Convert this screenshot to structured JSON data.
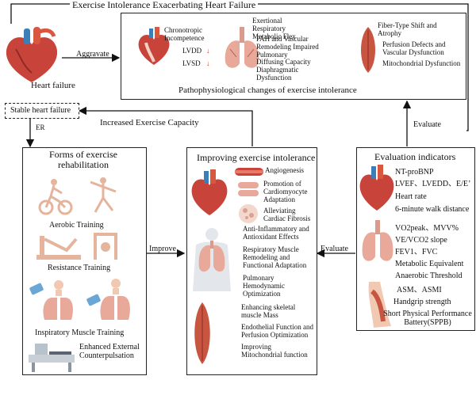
{
  "top": {
    "title": "Exercise Intolerance Exacerbating Heart Failure",
    "heart_failure": "Heart failure",
    "aggravate": "Aggravate",
    "stable": "Stable heart failure",
    "er": "ER",
    "increased": "Increased Exercise Capacity"
  },
  "patho": {
    "chronotropic": "Chronotropic Incompetence",
    "lvdd": "LVDD",
    "lvsd": "LVSD",
    "lung_items": [
      "Exertional Respiratory Metabolic Flex",
      "PAH and Vascular Remodeling Impaired Pulmonary",
      "Diffusing Capacity",
      "Diaphragmatic Dysfunction"
    ],
    "muscle_items": [
      "Fiber-Type Shift and Atrophy",
      "Perfusion Defects and Vascular Dysfunction",
      "Mitochondrial Dysfunction"
    ],
    "caption": "Pathophysiological changes of exercise intolerance",
    "evaluate": "Evaluate"
  },
  "forms": {
    "title": "Forms of exercise rehabilitation",
    "aerobic": "Aerobic Training",
    "resistance": "Resistance Training",
    "inspiratory": "Inspiratory Muscle Training",
    "eecp": "Enhanced External Counterpulsation",
    "improve": "Improve"
  },
  "improving": {
    "title": "Improving exercise intolerance",
    "heart_items": [
      "Angiogenesis",
      "Promotion of Cardiomyocyte Adaptation",
      "Alleviating Cardiac Fibrosis"
    ],
    "lung_items": [
      "Anti-Inflammatory and Antioxidant Effects",
      "Respiratory Muscle Remodeling and Functional Adaptation",
      "Pulmonary Hemodynamic Optimization"
    ],
    "muscle_items": [
      "Enhancing skeletal muscle Mass",
      "Endothelial Function and Perfusion Optimization",
      "Improving Mitochondrial function"
    ],
    "evaluate": "Evaluate"
  },
  "evaluation": {
    "title": "Evaluation indicators",
    "heart": [
      "NT-proBNP",
      "LVEF、LVEDD、E/E’",
      "Heart rate",
      "6-minute walk distance"
    ],
    "lung": [
      "VO2peak、MVV%",
      "VE/VCO2 slope",
      "FEV1、FVC",
      "Metabolic Equivalent",
      "Anaerobic Threshold"
    ],
    "muscle": [
      "ASM、ASMI",
      "Handgrip strength",
      "Short Physical Performance Battery(SPPB)"
    ]
  },
  "colors": {
    "heart": "#c8443a",
    "heart_dark": "#8e2a26",
    "vessel_blue": "#3c7fb8",
    "lung": "#e8a89a",
    "muscle": "#c8553f",
    "skin": "#f1c9b3",
    "figure": "#e5b49c"
  },
  "icons": [
    "heart-icon",
    "lungs-icon",
    "muscle-icon",
    "cyclist-icon",
    "dancer-icon",
    "leg-press-icon",
    "inspiratory-device-icon",
    "eecp-bed-icon",
    "vessel-icon",
    "fibrosis-icon"
  ]
}
